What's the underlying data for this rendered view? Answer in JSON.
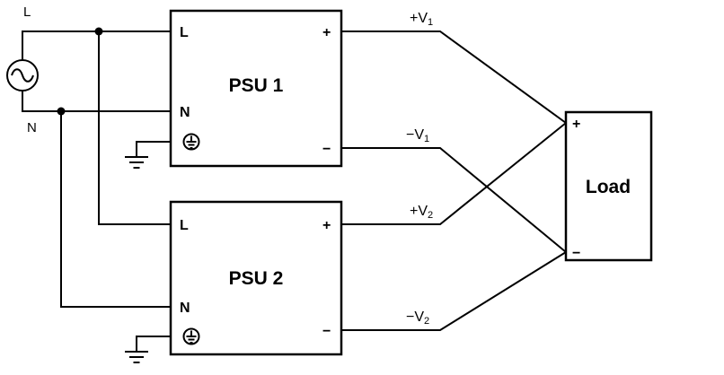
{
  "diagram": {
    "mains": {
      "live_label": "L",
      "neutral_label": "N"
    },
    "psu1": {
      "title": "PSU 1",
      "live": "L",
      "neutral": "N",
      "plus": "+",
      "minus": "−"
    },
    "psu2": {
      "title": "PSU 2",
      "live": "L",
      "neutral": "N",
      "plus": "+",
      "minus": "−"
    },
    "outputs": {
      "v1_plus": {
        "text": "+V",
        "sub": "1"
      },
      "v1_minus": {
        "text": "−V",
        "sub": "1"
      },
      "v2_plus": {
        "text": "+V",
        "sub": "2"
      },
      "v2_minus": {
        "text": "−V",
        "sub": "2"
      }
    },
    "load": {
      "title": "Load",
      "plus": "+",
      "minus": "−"
    },
    "colors": {
      "line": "#000000",
      "background": "#ffffff"
    }
  }
}
